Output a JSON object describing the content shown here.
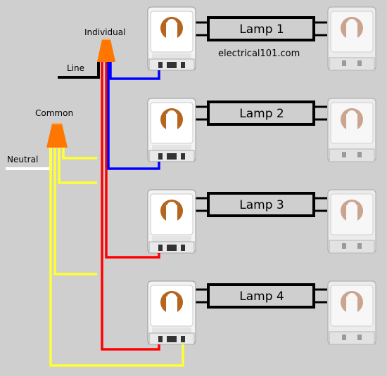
{
  "diagram": {
    "labels": {
      "individual": "Individual",
      "line": "Line",
      "common": "Common",
      "neutral": "Neutral",
      "watermark": "electrical101.com"
    },
    "lamps": [
      {
        "label": "Lamp 1"
      },
      {
        "label": "Lamp 2"
      },
      {
        "label": "Lamp 3"
      },
      {
        "label": "Lamp 4"
      }
    ],
    "colors": {
      "background": "#cfcfcf",
      "hot_wire": "#ff0000",
      "switched_wire": "#0000ff",
      "neutral_wire": "#ffff33",
      "line_wire": "#000000",
      "neutral_in_wire": "#ffffff",
      "wire_nut": "#ff7700",
      "socket": "#f4f4f4",
      "socket_slot": "#b5651d"
    },
    "icons": [
      "wire-nut-icon",
      "lampholder-icon",
      "fluorescent-tube-icon"
    ]
  }
}
